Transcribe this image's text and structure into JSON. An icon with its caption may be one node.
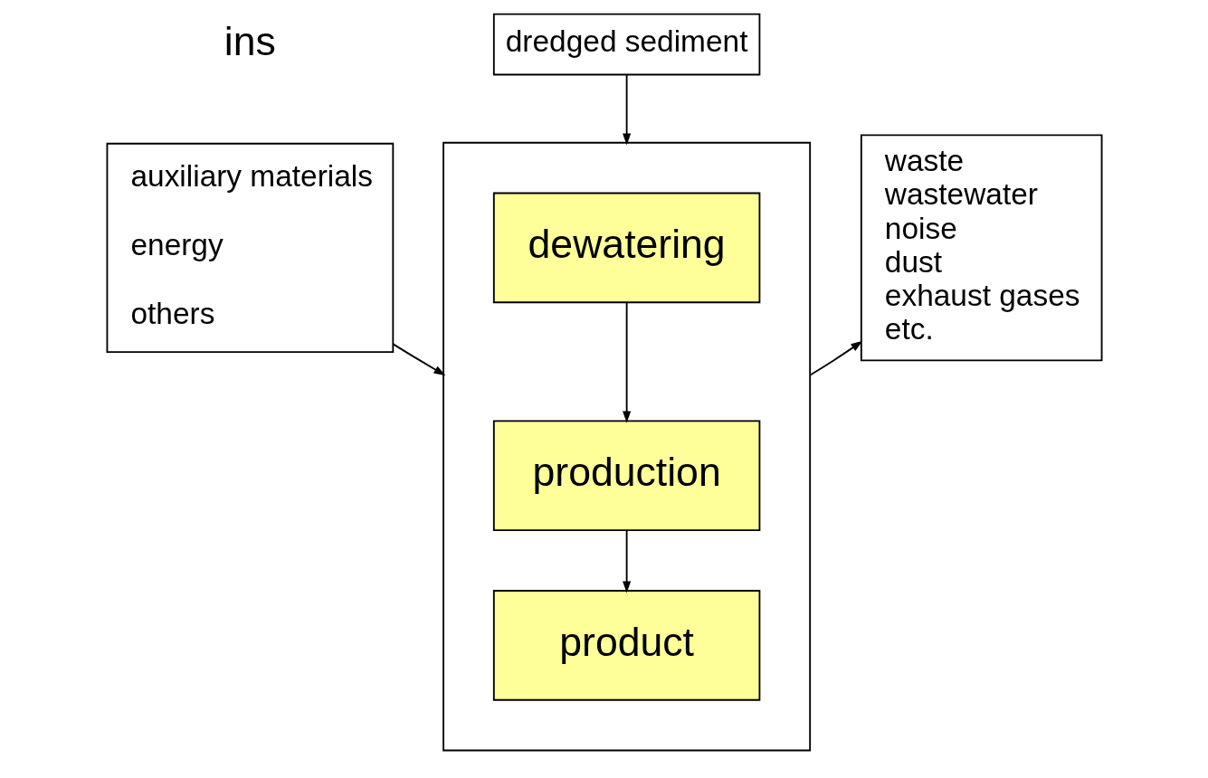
{
  "diagram": {
    "nodes": [
      {
        "text": [
          "dredged sediment"
        ]
      },
      {
        "text": [],
        "shape": "box"
      },
      {
        "text": [
          "dewatering"
        ],
        "in": 1
      },
      {
        "text": [
          "production"
        ],
        "in": 1
      },
      {
        "text": [
          "product"
        ],
        "in": 1
      },
      {
        "text": [
          "auxiliary materials",
          "energy",
          "others"
        ]
      },
      {
        "text": [
          "waste",
          "wastewater",
          "noise",
          "dust",
          "exhaust gases",
          "etc."
        ]
      }
    ],
    "edges": [
      {
        "from": 0,
        "to": 1,
        "arrow": "to"
      },
      {
        "from": 2,
        "to": 3,
        "arrow": "to"
      },
      {
        "from": 3,
        "to": 4,
        "arrow": "to"
      },
      {
        "from": 5,
        "to": 1,
        "arrow": "to"
      },
      {
        "from": 1,
        "to": 6,
        "arrow": "to"
      }
    ],
    "labels": [
      "ins"
    ]
  }
}
